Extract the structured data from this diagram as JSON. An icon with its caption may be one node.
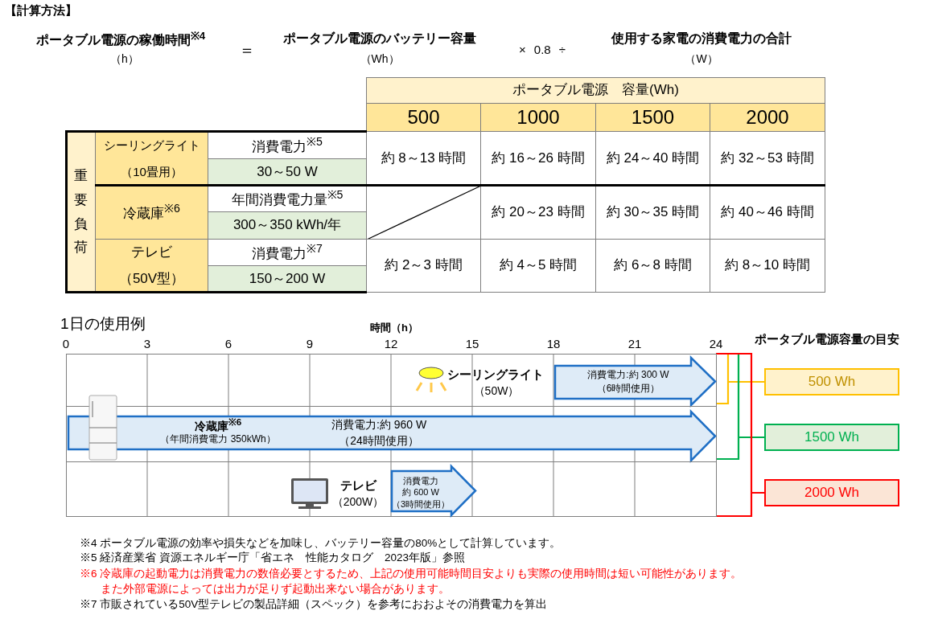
{
  "diagram": {
    "title": "【計算方法】",
    "nodes": [
      {
        "text": [],
        "shape": "box"
      },
      {
        "text": [
          "消費電力:約 300 W",
          "（6時間使用）"
        ],
        "beside": [
          "シーリングライト",
          "（50W）"
        ],
        "in": 0
      },
      {
        "text": [],
        "shape": "box"
      },
      {
        "text": [
          "冷蔵庫$^{※6}$",
          "（年間消費電力 350kWh）",
          "消費電力:約 960 W",
          "（24時間使用）"
        ],
        "in": 2
      },
      {
        "text": [],
        "shape": "box"
      },
      {
        "text": [
          "消費電力",
          "約 600 W",
          "（3時間使用）"
        ],
        "beside": [
          "テレビ",
          "（200W）"
        ],
        "in": 4
      },
      {
        "text": [
          "500 Wh"
        ]
      },
      {
        "text": [
          "1500 Wh"
        ]
      },
      {
        "text": [
          "2000 Wh"
        ]
      }
    ],
    "edges": [
      {
        "from": 0,
        "to": 6,
        "arrow": "none",
        "color": "#ffc000"
      },
      {
        "from": 0,
        "to": 7,
        "arrow": "none",
        "color": "#00b050"
      },
      {
        "from": 2,
        "to": 7,
        "arrow": "none",
        "color": "#00b050"
      },
      {
        "from": 0,
        "to": 8,
        "arrow": "none",
        "color": "#ff0000"
      },
      {
        "from": 4,
        "to": 8,
        "arrow": "none",
        "color": "#ff0000"
      }
    ],
    "labels": [
      "ポータブル電源の稼働時間$^{※4}$",
      "（h）",
      "＝",
      "ポータブル電源のバッテリー容量",
      "（Wh）",
      "× 0.8 ÷",
      "使用する家電の消費電力の合計",
      "（W）",
      "ポータブル電源　容量(Wh)",
      "500",
      "1000",
      "1500",
      "2000",
      "重要負荷",
      "シーリングライト",
      "（10畳用）",
      "消費電力$^{※5}$",
      "約 8～13 時間",
      "約 16～26 時間",
      "約 24～40 時間",
      "約 32～53 時間",
      "30～50 W",
      "冷蔵庫$^{※6}$",
      "年間消費電力量$^{※5}$",
      "約 20～23 時間",
      "約 30～35 時間",
      "約 40～46 時間",
      "300～350 kWh/年",
      "テレビ",
      "（50V型）",
      "消費電力$^{※7}$",
      "約 2～3 時間",
      "約 4～5 時間",
      "約 6～8 時間",
      "約 8～10 時間",
      "150～200 W",
      "1日の使用例",
      "時間（h）",
      "0",
      "3",
      "6",
      "9",
      "12",
      "15",
      "18",
      "21",
      "24",
      "ポータブル電源容量の目安",
      "※4  ポータブル電源の効率や損失などを加味し、バッテリー容量の80%として計算しています。",
      "※5  経済産業省 資源エネルギー庁「省エネ　性能カタログ　2023年版」参照",
      "※6  冷蔵庫の起動電力は消費電力の数倍必要とするため、上記の使用可能時間目安よりも実際の使用時間は短い可能性があります。",
      "また外部電源によっては出力が足りず起動出来ない場合があります。",
      "※7  市販されている50V型テレビの製品詳細（スペック）を参考におおよその消費電力を算出"
    ]
  }
}
